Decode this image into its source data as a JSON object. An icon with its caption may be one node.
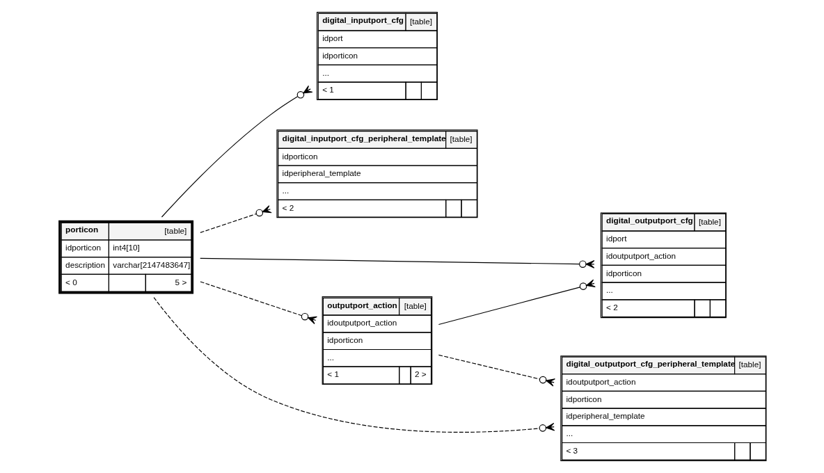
{
  "diagram": {
    "nodes": [
      {
        "text": [
          "porticon",
          "[table]",
          "idporticon",
          "int4[10]",
          "description",
          "varchar[2147483647]",
          "< 0",
          "5 >"
        ]
      },
      {
        "text": [
          "digital_inputport_cfg",
          "[table]",
          "idport",
          "idporticon",
          "...",
          "< 1"
        ]
      },
      {
        "text": [
          "digital_inputport_cfg_peripheral_template",
          "[table]",
          "idporticon",
          "idperipheral_template",
          "...",
          "< 2"
        ]
      },
      {
        "text": [
          "digital_outputport_cfg",
          "[table]",
          "idport",
          "idoutputport_action",
          "idporticon",
          "...",
          "< 2"
        ]
      },
      {
        "text": [
          "outputport_action",
          "[table]",
          "idoutputport_action",
          "idporticon",
          "...",
          "< 1",
          "2 >"
        ]
      },
      {
        "text": [
          "digital_outputport_cfg_peripheral_template",
          "[table]",
          "idoutputport_action",
          "idporticon",
          "idperipheral_template",
          "...",
          "< 3"
        ]
      }
    ],
    "edges": [
      {
        "from": 0,
        "to": 1,
        "arrow": "other"
      },
      {
        "from": 0,
        "to": 2,
        "arrow": "other",
        "style": "dashed"
      },
      {
        "from": 0,
        "to": 3,
        "arrow": "other"
      },
      {
        "from": 0,
        "to": 4,
        "arrow": "other",
        "style": "dashed"
      },
      {
        "from": 4,
        "to": 3,
        "arrow": "other"
      },
      {
        "from": 4,
        "to": 5,
        "arrow": "other",
        "style": "dashed"
      },
      {
        "from": 0,
        "to": 5,
        "arrow": "other",
        "style": "dashed"
      }
    ]
  }
}
